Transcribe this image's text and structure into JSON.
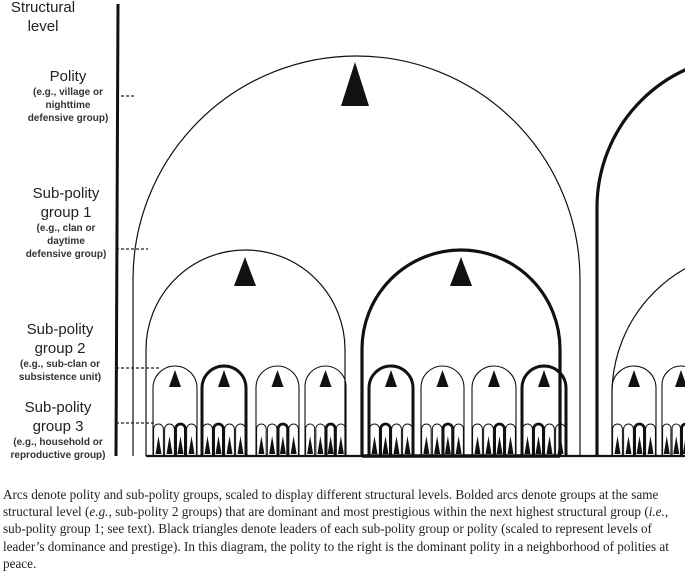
{
  "axis_label": {
    "line1": "Structural",
    "line2": "level"
  },
  "levels": [
    {
      "title1": "Polity",
      "title2": "",
      "example": [
        "(e.g., village or",
        "nighttime",
        "defensive group)"
      ]
    },
    {
      "title1": "Sub-polity",
      "title2": "group 1",
      "example": [
        "(e.g., clan or",
        "daytime",
        "defensive group)"
      ]
    },
    {
      "title1": "Sub-polity",
      "title2": "group 2",
      "example": [
        "(e.g., sub-clan or",
        "subsistence unit)"
      ]
    },
    {
      "title1": "Sub-polity",
      "title2": "group 3",
      "example": [
        "(e.g., household or",
        "reproductive group)"
      ]
    }
  ],
  "caption": {
    "p1": "Arcs denote polity and sub-polity groups, scaled to display different structural levels. Bolded arcs denote groups at the same structural level (",
    "eg": "e.g.",
    "p2": ", sub-polity 2 groups) that are dominant and most prestigious within the next highest structural group (",
    "ie": "i.e.",
    "p3": ", sub-polity group 1; see text). Black triangles denote leaders of each sub-polity group or polity (scaled to represent levels of leader’s dominance and prestige). In this diagram, the polity to the right is the dominant polity in a neighborhood of polities at peace."
  },
  "colors": {
    "stroke": "#111111",
    "dash": "#222222",
    "text": "#222222"
  }
}
